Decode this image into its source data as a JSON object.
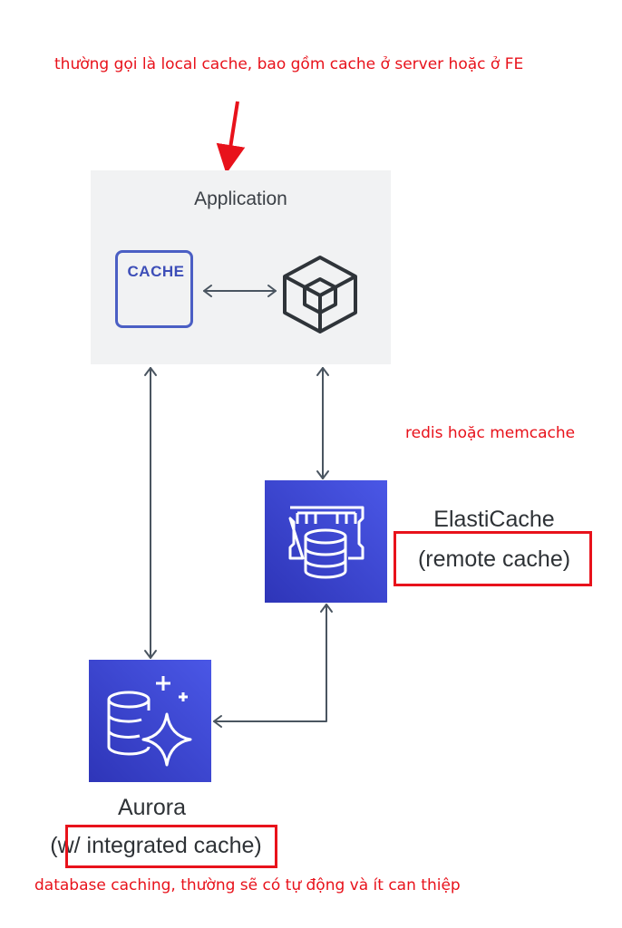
{
  "annotations": {
    "top": "thường gọi là local cache, bao gồm cache ở server hoặc ở FE",
    "redis": "redis hoặc memcache",
    "bottom": "database caching, thường sẽ có tự động và ít can thiệp"
  },
  "application": {
    "title": "Application",
    "cache_label": "CACHE"
  },
  "elasticache": {
    "label": "ElastiCache",
    "sublabel": "(remote cache)"
  },
  "aurora": {
    "label": "Aurora",
    "sublabel": "(w/ integrated cache)"
  },
  "colors": {
    "annotation": "#e8121b",
    "tile": "#3a44d4",
    "arrow": "#4a5560",
    "app_bg": "#f1f2f3"
  }
}
